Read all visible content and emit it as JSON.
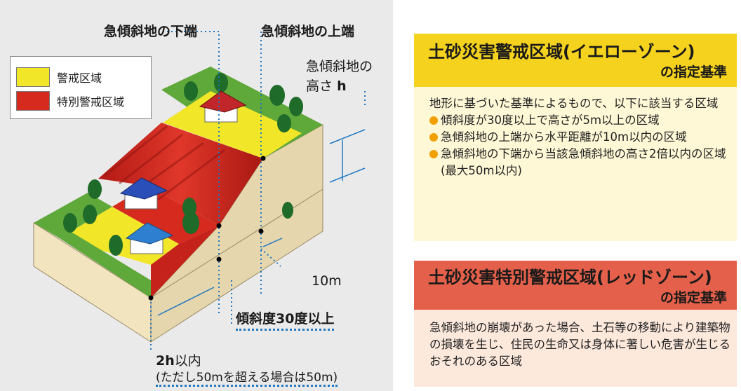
{
  "legend": {
    "items": [
      {
        "label": "警戒区域",
        "color": "#f2e629"
      },
      {
        "label": "特別警戒区域",
        "color": "#d62a1f"
      }
    ]
  },
  "labels": {
    "slope_bottom": "急傾斜地の下端",
    "slope_top": "急傾斜地の上端",
    "height_line1": "急傾斜地の",
    "height_line2_prefix": "高さ",
    "height_symbol": "h",
    "horizontal_distance": "10m",
    "slope_angle": "傾斜度30度以上",
    "range_symbol": "2h",
    "range_suffix": "以内",
    "range_note": "(ただし50mを超える場合は50m)"
  },
  "yellow_zone": {
    "title": "土砂災害警戒区域(イエローゾーン)",
    "subtitle": "の指定基準",
    "intro": "地形に基づいた基準によるもので、以下に該当する区域",
    "criteria": [
      "傾斜度が30度以上で高さが5m以上の区域",
      "急傾斜地の上端から水平距離が10m以内の区域",
      "急傾斜地の下端から当該急傾斜地の高さ2倍以内の区域(最大50m以内)"
    ],
    "header_color": "#f5d21d",
    "body_color": "#fff8d6",
    "bullet_color": "#f0a000"
  },
  "red_zone": {
    "title": "土砂災害特別警戒区域(レッドゾーン)",
    "subtitle": "の指定基準",
    "description": "急傾斜地の崩壊があった場合、土石等の移動により建築物の損壊を生じ、住民の生命又は身体に著しい危害が生じるおそれのある区域",
    "header_color": "#e4604a",
    "body_color": "#fde8dc"
  }
}
